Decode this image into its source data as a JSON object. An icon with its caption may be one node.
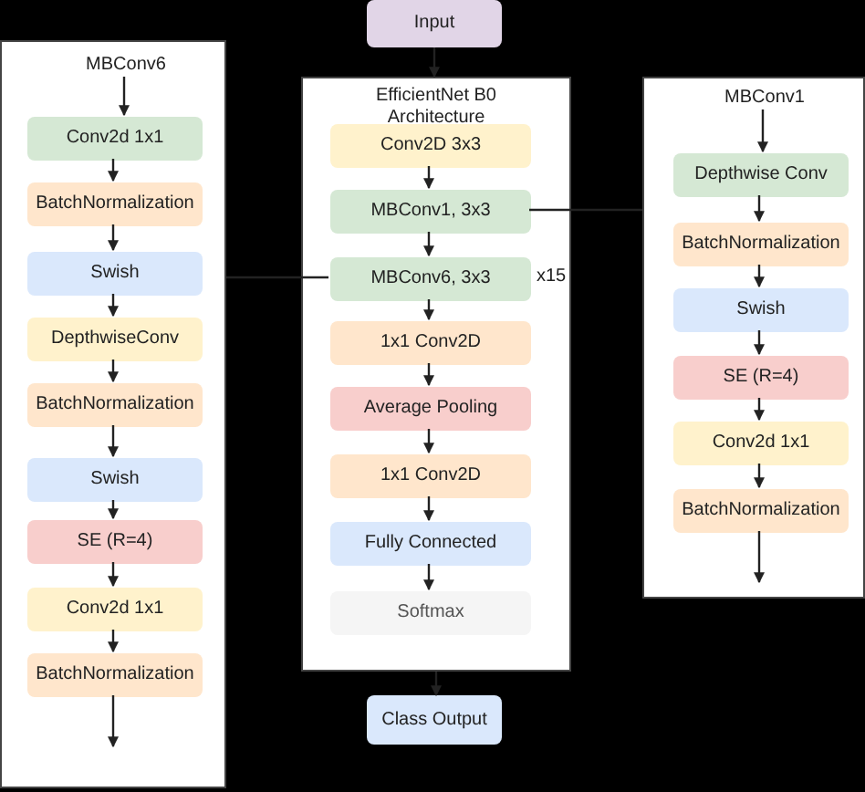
{
  "diagram": {
    "nodes": [
      {
        "text": [],
        "shape": "box"
      },
      {
        "text": [
          "MBConv6"
        ],
        "in": 0
      },
      {
        "text": [
          "Conv2d 1x1"
        ],
        "in": 0
      },
      {
        "text": [
          "BatchNormalization"
        ],
        "in": 0
      },
      {
        "text": [
          "Swish"
        ],
        "in": 0
      },
      {
        "text": [
          "DepthwiseConv"
        ],
        "in": 0
      },
      {
        "text": [
          "BatchNormalization"
        ],
        "in": 0
      },
      {
        "text": [
          "Swish"
        ],
        "in": 0
      },
      {
        "text": [
          "SE (R=4)"
        ],
        "in": 0
      },
      {
        "text": [
          "Conv2d 1x1"
        ],
        "in": 0
      },
      {
        "text": [
          "BatchNormalization"
        ],
        "in": 0
      },
      {
        "text": [
          "Input"
        ]
      },
      {
        "text": [
          "EfficientNet B0 Architecture"
        ]
      },
      {
        "text": [
          "Conv2D 3x3"
        ],
        "in": 12
      },
      {
        "text": [
          "MBConv1, 3x3"
        ],
        "in": 12
      },
      {
        "text": [
          "MBConv6, 3x3"
        ],
        "in": 12,
        "beside": [
          "x15"
        ]
      },
      {
        "text": [
          "1x1 Conv2D"
        ],
        "in": 12
      },
      {
        "text": [
          "Average Pooling"
        ],
        "in": 12
      },
      {
        "text": [
          "1x1 Conv2D"
        ],
        "in": 12
      },
      {
        "text": [
          "Fully Connected"
        ],
        "in": 12
      },
      {
        "text": [
          "Softmax"
        ],
        "in": 12
      },
      {
        "text": [
          "Class Output"
        ]
      },
      {
        "text": [],
        "shape": "box"
      },
      {
        "text": [
          "MBConv1"
        ],
        "in": 22
      },
      {
        "text": [
          "Depthwise Conv"
        ],
        "in": 22
      },
      {
        "text": [
          "BatchNormalization"
        ],
        "in": 22
      },
      {
        "text": [
          "Swish"
        ],
        "in": 22
      },
      {
        "text": [
          "SE (R=4)"
        ],
        "in": 22
      },
      {
        "text": [
          "Conv2d 1x1"
        ],
        "in": 22
      },
      {
        "text": [
          "BatchNormalization"
        ],
        "in": 22
      }
    ],
    "edges": [
      {
        "from": 1,
        "to": 2,
        "arrow": "to"
      },
      {
        "from": 2,
        "to": 3,
        "arrow": "to"
      },
      {
        "from": 3,
        "to": 4,
        "arrow": "to"
      },
      {
        "from": 4,
        "to": 5,
        "arrow": "to"
      },
      {
        "from": 5,
        "to": 6,
        "arrow": "to"
      },
      {
        "from": 6,
        "to": 7,
        "arrow": "to"
      },
      {
        "from": 7,
        "to": 8,
        "arrow": "to"
      },
      {
        "from": 8,
        "to": 9,
        "arrow": "to"
      },
      {
        "from": 9,
        "to": 10,
        "arrow": "to"
      },
      {
        "from": 10,
        "to": null,
        "arrow": "to"
      },
      {
        "from": 11,
        "to": 12,
        "arrow": "to"
      },
      {
        "from": 13,
        "to": 14,
        "arrow": "to"
      },
      {
        "from": 14,
        "to": 15,
        "arrow": "to"
      },
      {
        "from": 15,
        "to": 16,
        "arrow": "to"
      },
      {
        "from": 16,
        "to": 17,
        "arrow": "to"
      },
      {
        "from": 17,
        "to": 18,
        "arrow": "to"
      },
      {
        "from": 18,
        "to": 19,
        "arrow": "to"
      },
      {
        "from": 19,
        "to": 20,
        "arrow": "to"
      },
      {
        "from": 12,
        "to": 21,
        "arrow": "to"
      },
      {
        "from": 14,
        "to": 22,
        "arrow": "none"
      },
      {
        "from": 15,
        "to": 0,
        "arrow": "none"
      },
      {
        "from": 23,
        "to": 24,
        "arrow": "to"
      },
      {
        "from": 24,
        "to": 25,
        "arrow": "to"
      },
      {
        "from": 25,
        "to": 26,
        "arrow": "to"
      },
      {
        "from": 26,
        "to": 27,
        "arrow": "to"
      },
      {
        "from": 27,
        "to": 28,
        "arrow": "to"
      },
      {
        "from": 28,
        "to": 29,
        "arrow": "to"
      },
      {
        "from": 29,
        "to": null,
        "arrow": "to"
      }
    ]
  }
}
